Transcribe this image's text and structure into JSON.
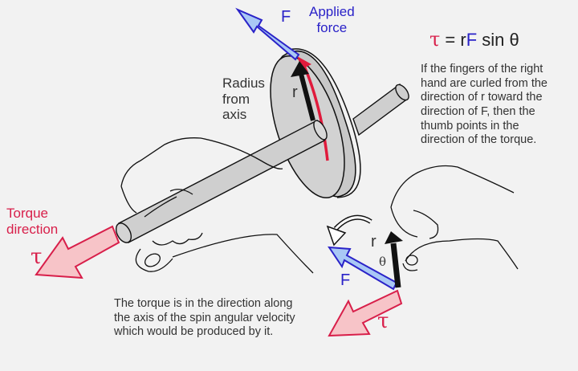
{
  "diagram": {
    "title": "Torque right-hand rule",
    "colors": {
      "background": "#f2f2f2",
      "torque_red": "#d81f4a",
      "torque_fill": "#f7c4c8",
      "force_blue": "#2a22c8",
      "force_fill": "#a9c8f5",
      "disk_gray": "#cfcfcf",
      "outline": "#111111"
    },
    "labels": {
      "force_symbol_top": "F",
      "applied_force_line1": "Applied",
      "applied_force_line2": "force",
      "radius_line1": "Radius",
      "radius_line2": "from",
      "radius_line3": "axis",
      "r_on_disk": "r",
      "torque_direction_line1": "Torque",
      "torque_direction_line2": "direction",
      "tau_left": "τ",
      "r_small": "r",
      "theta_small": "θ",
      "force_symbol_small": "F",
      "tau_small": "τ"
    },
    "formula": {
      "tau": "τ",
      "equals_r": " = r",
      "F": "F",
      "sin_theta": " sin θ"
    },
    "right_hand_rule_text": [
      "If the fingers of the right",
      "hand are curled from the",
      "direction of r toward the",
      "direction of F, then the",
      "thumb points in the",
      "direction of the torque."
    ],
    "torque_axis_text": [
      "The torque is in the direction along",
      "the axis of the spin angular velocity",
      "which would be produced by it."
    ]
  }
}
